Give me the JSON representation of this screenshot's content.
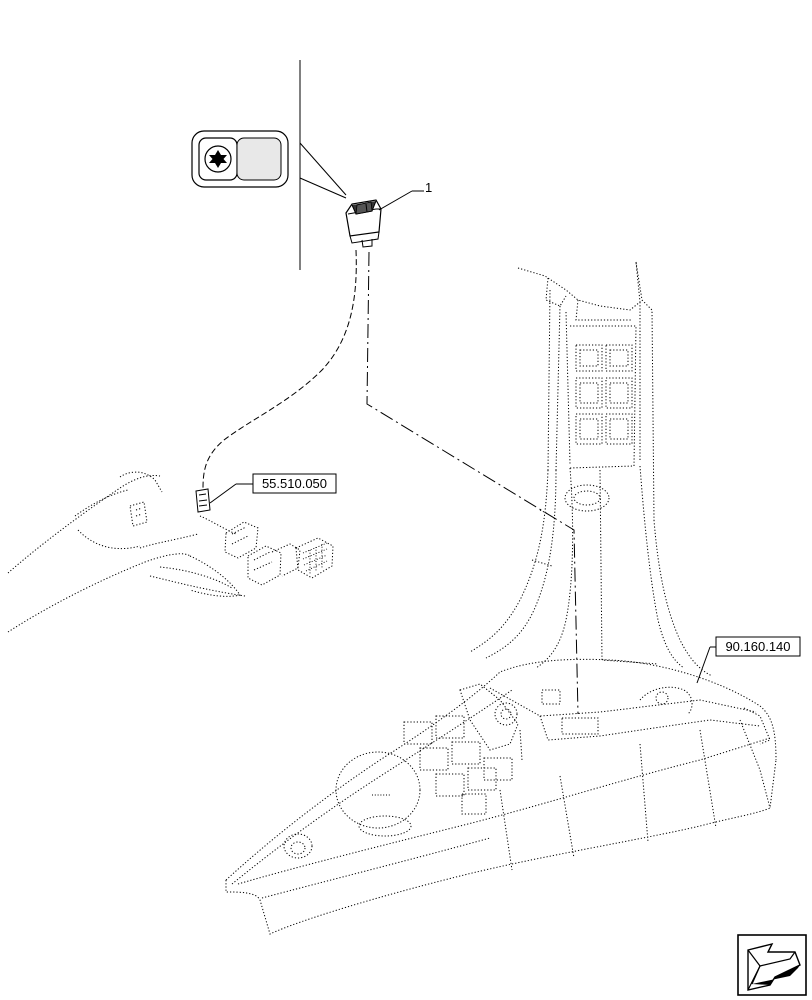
{
  "part_number": "1",
  "references": {
    "harness": "55.510.050",
    "console": "90.160.140"
  },
  "icons": {
    "tool_symbol": "torx-star-icon",
    "navigation": "next-page-arrow-icon"
  }
}
